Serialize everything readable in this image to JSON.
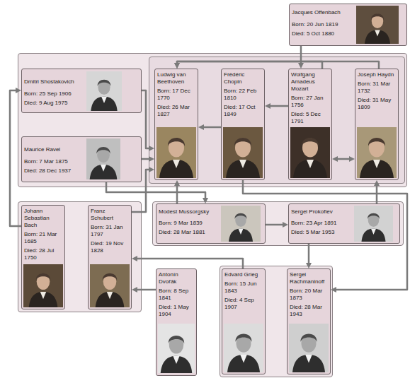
{
  "diagram": {
    "nodes": [
      {
        "text": [
          "Jacques Offenbach",
          "Born: 20 Jun 1819",
          "Died: 5 Oct 1880"
        ]
      },
      {
        "text": []
      },
      {
        "text": [
          "Dmitri Shostakovich",
          "Born: 25 Sep 1906",
          "Died: 9 Aug 1975"
        ],
        "in": 1
      },
      {
        "text": [
          "Maurice Ravel",
          "Born: 7 Mar 1875",
          "Died: 28 Dec 1937"
        ],
        "in": 1
      },
      {
        "text": [],
        "in": 1
      },
      {
        "text": [
          "Ludwig van Beethoven",
          "Born: 17 Dec 1770",
          "Died: 26 Mar 1827"
        ],
        "in": 4
      },
      {
        "text": [
          "Frédéric Chopin",
          "Born: 22 Feb 1810",
          "Died: 17 Oct 1849"
        ],
        "in": 4
      },
      {
        "text": [
          "Wolfgang Amadeus Mozart",
          "Born: 27 Jan 1756",
          "Died: 5 Dec 1791"
        ],
        "in": 4
      },
      {
        "text": [
          "Joseph Haydn",
          "Born: 31 Mar 1732",
          "Died: 31 May 1809"
        ],
        "in": 4
      },
      {
        "text": []
      },
      {
        "text": [
          "Johann Sebastian Bach",
          "Born: 21 Mar 1685",
          "Died: 28 Jul 1750"
        ],
        "in": 9
      },
      {
        "text": [
          "Franz Schubert",
          "Born: 31 Jan 1797",
          "Died: 19 Nov 1828"
        ],
        "in": 9
      },
      {
        "text": []
      },
      {
        "text": [
          "Modest Mussorgsky",
          "Born: 9 Mar 1839",
          "Died: 28 Mar 1881"
        ],
        "in": 12
      },
      {
        "text": [
          "Sergei Prokofiev",
          "Born: 23 Apr 1891",
          "Died: 5 Mar 1953"
        ],
        "in": 12
      },
      {
        "text": [
          "Antonín Dvořák",
          "Born: 8 Sep 1841",
          "Died: 1 May 1904"
        ]
      },
      {
        "text": []
      },
      {
        "text": [
          "Edvard Grieg",
          "Born: 15 Jun 1843",
          "Died: 4 Sep 1907"
        ],
        "in": 16
      },
      {
        "text": [
          "Sergei Rachmaninoff",
          "Born: 20 Mar 1873",
          "Died: 28 Mar 1943"
        ],
        "in": 16
      }
    ],
    "edges": [
      {
        "from": 0,
        "to": 7,
        "arrow": "to"
      },
      {
        "from": 8,
        "to": 5,
        "arrow": "to"
      },
      {
        "from": 7,
        "to": 5,
        "arrow": "to"
      },
      {
        "from": 7,
        "to": 8,
        "arrow": "both"
      },
      {
        "from": 7,
        "to": 6,
        "arrow": "to"
      },
      {
        "from": 6,
        "to": 5,
        "arrow": "to"
      },
      {
        "from": 2,
        "to": 5,
        "arrow": "to"
      },
      {
        "from": 3,
        "to": 5,
        "arrow": "to"
      },
      {
        "from": 11,
        "to": 5,
        "arrow": "to"
      },
      {
        "from": 10,
        "to": 2,
        "arrow": "to"
      },
      {
        "from": 13,
        "to": 14,
        "arrow": "to"
      },
      {
        "from": 13,
        "to": 5,
        "arrow": "to"
      },
      {
        "from": 3,
        "to": 13,
        "arrow": "to"
      },
      {
        "from": 14,
        "to": 8,
        "arrow": "to"
      },
      {
        "from": 6,
        "to": 18,
        "arrow": "to"
      },
      {
        "from": 14,
        "to": 18,
        "arrow": "to"
      },
      {
        "from": 15,
        "to": 11,
        "arrow": "to"
      },
      {
        "from": 17,
        "to": 11,
        "arrow": "to"
      }
    ]
  }
}
